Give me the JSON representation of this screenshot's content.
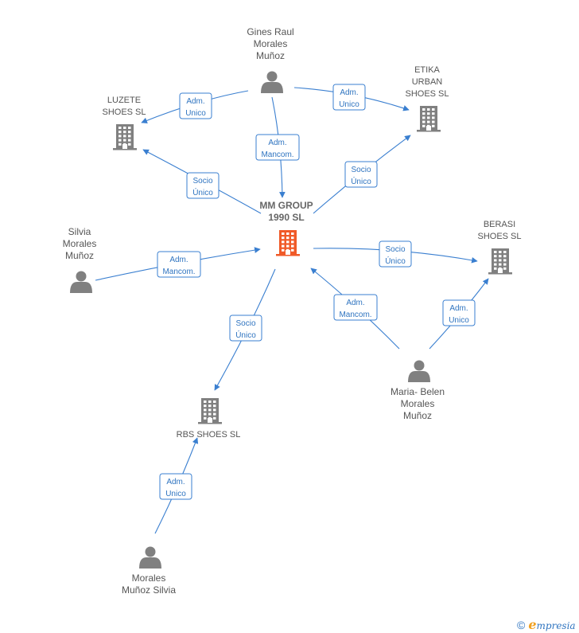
{
  "nodes": [
    {
      "id": "gines",
      "kind": "person",
      "lines": [
        "Gines Raul",
        "Morales",
        "Muñoz"
      ],
      "icon": "person-icon"
    },
    {
      "id": "luzete",
      "kind": "company",
      "lines": [
        "LUZETE",
        "SHOES  SL"
      ],
      "icon": "building-icon"
    },
    {
      "id": "etika",
      "kind": "company",
      "lines": [
        "ETIKA",
        "URBAN",
        "SHOES  SL"
      ],
      "icon": "building-icon"
    },
    {
      "id": "mm",
      "kind": "center",
      "lines": [
        "MM GROUP",
        "1990  SL"
      ],
      "icon": "building-icon"
    },
    {
      "id": "silvia",
      "kind": "person",
      "lines": [
        "Silvia",
        "Morales",
        "Muñoz"
      ],
      "icon": "person-icon"
    },
    {
      "id": "berasi",
      "kind": "company",
      "lines": [
        "BERASI",
        "SHOES  SL"
      ],
      "icon": "building-icon"
    },
    {
      "id": "maria",
      "kind": "person",
      "lines": [
        "Maria- Belen",
        "Morales",
        "Muñoz"
      ],
      "icon": "person-icon"
    },
    {
      "id": "rbs",
      "kind": "company",
      "lines": [
        "RBS SHOES  SL"
      ],
      "icon": "building-icon"
    },
    {
      "id": "morales",
      "kind": "person",
      "lines": [
        "Morales",
        "Muñoz Silvia"
      ],
      "icon": "person-icon"
    }
  ],
  "edges": [
    {
      "from": "gines",
      "to": "luzete",
      "label": [
        "Adm.",
        "Unico"
      ]
    },
    {
      "from": "gines",
      "to": "etika",
      "label": [
        "Adm.",
        "Unico"
      ]
    },
    {
      "from": "gines",
      "to": "mm",
      "label": [
        "Adm.",
        "Mancom."
      ]
    },
    {
      "from": "mm",
      "to": "luzete",
      "label": [
        "Socio",
        "Único"
      ]
    },
    {
      "from": "mm",
      "to": "etika",
      "label": [
        "Socio",
        "Único"
      ]
    },
    {
      "from": "silvia",
      "to": "mm",
      "label": [
        "Adm.",
        "Mancom."
      ]
    },
    {
      "from": "mm",
      "to": "berasi",
      "label": [
        "Socio",
        "Único"
      ]
    },
    {
      "from": "maria",
      "to": "mm",
      "label": [
        "Adm.",
        "Mancom."
      ]
    },
    {
      "from": "maria",
      "to": "berasi",
      "label": [
        "Adm.",
        "Unico"
      ]
    },
    {
      "from": "mm",
      "to": "rbs",
      "label": [
        "Socio",
        "Único"
      ]
    },
    {
      "from": "morales",
      "to": "rbs",
      "label": [
        "Adm.",
        "Unico"
      ]
    }
  ],
  "colors": {
    "edge": "#3a7fd0",
    "label_text": "#2f74c0",
    "label_border": "#3a7fd0",
    "icon_gray": "#808080",
    "center": "#f05a28"
  },
  "footer": {
    "copyright": "©",
    "brand_initial": "e",
    "brand_rest": "mpresia"
  }
}
